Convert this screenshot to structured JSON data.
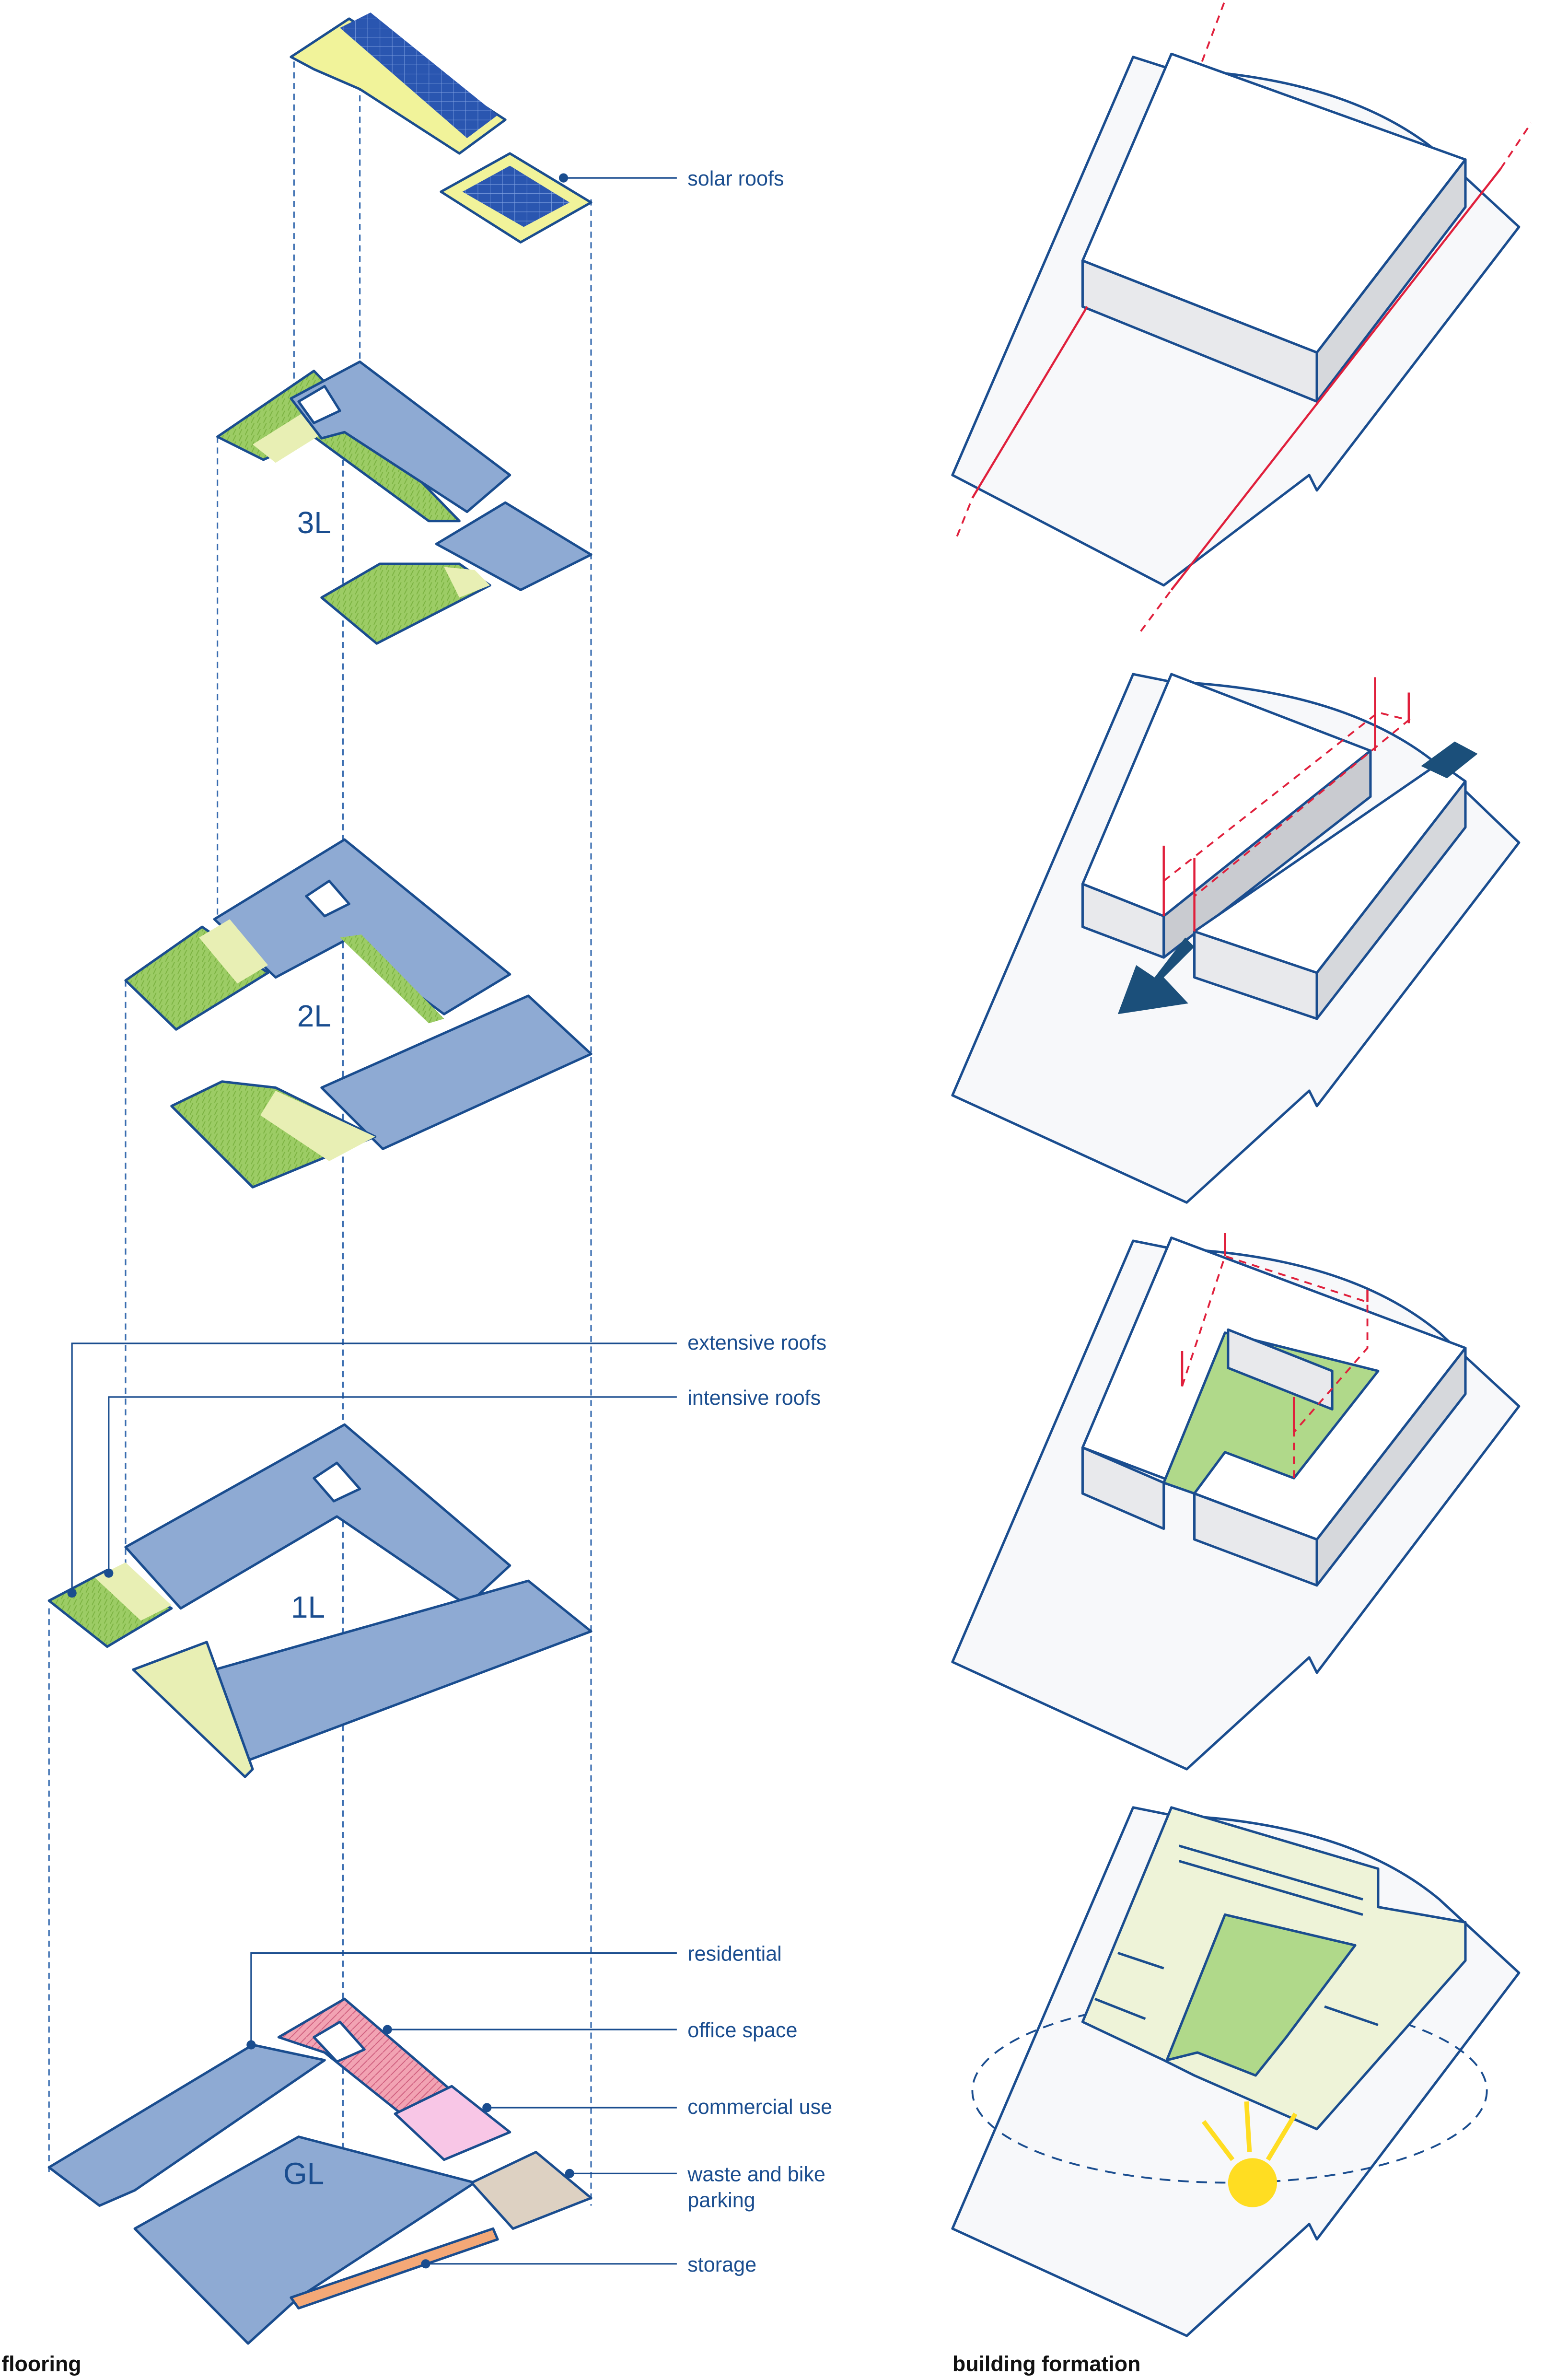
{
  "flooring": {
    "caption": "flooring",
    "floors": [
      "3L",
      "2L",
      "1L",
      "GL"
    ],
    "labels": {
      "solar_roofs": "solar roofs",
      "extensive_roofs": "extensive roofs",
      "intensive_roofs": "intensive roofs",
      "residential": "residential",
      "office_space": "office space",
      "commercial_use": "commercial use",
      "waste_bike_line1": "waste and bike",
      "waste_bike_line2": "parking",
      "storage": "storage"
    }
  },
  "formation": {
    "caption": "building formation"
  },
  "colors": {
    "outline": "#1a4d8f",
    "rooms": "#8eaad3",
    "green_roof": "#9ccc65",
    "intensive": "#e8efb4",
    "axis_red": "#e0203c",
    "office": "#f2a3b3",
    "commercial": "#f8c6e6",
    "storage": "#f4a877",
    "waste": "#ddd1c2",
    "sun": "#ffdd22",
    "wind_arrow": "#1b4f7a",
    "courtyard": "#b0d98a",
    "volume": "#eef3d8"
  }
}
